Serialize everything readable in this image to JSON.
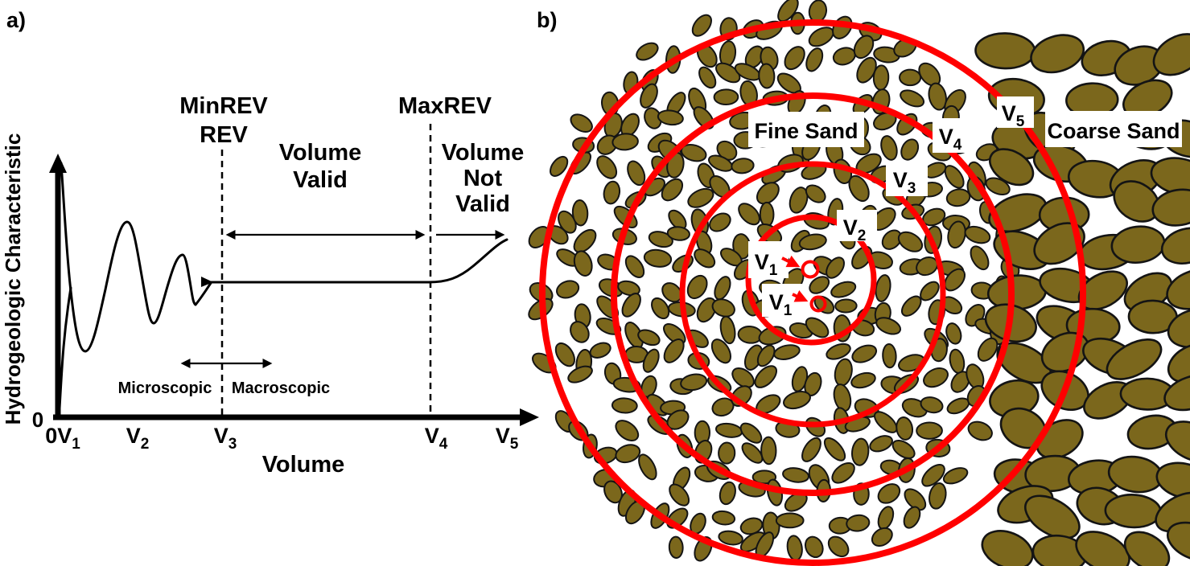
{
  "colors": {
    "red": "#ff0000",
    "grain": "#7b671c",
    "grain_outline": "#141414",
    "text": "#000000",
    "label_box": "#ffffff"
  },
  "panel_a": {
    "label": "a)",
    "y_axis_label": "Hydrogeologic Characteristic",
    "x_axis_title": "Volume",
    "y_zero": "0",
    "min_rev_line1": "MinREV",
    "min_rev_line2": "REV",
    "max_rev": "MaxREV",
    "volume_valid": {
      "line1": "Volume",
      "line2": "Valid"
    },
    "volume_not_valid": {
      "line1": "Volume",
      "line2": "Not",
      "line3": "Valid"
    },
    "microscopic": "Microscopic",
    "macroscopic": "Macroscopic",
    "x_ticks": [
      {
        "main": "0V",
        "sub": "1"
      },
      {
        "main": "V",
        "sub": "2"
      },
      {
        "main": "V",
        "sub": "3"
      },
      {
        "main": "V",
        "sub": "4"
      },
      {
        "main": "V",
        "sub": "5"
      }
    ]
  },
  "panel_b": {
    "label": "b)",
    "fine_sand": "Fine Sand",
    "coarse_sand": "Coarse Sand",
    "volume_labels": [
      {
        "main": "V",
        "sub": "1"
      },
      {
        "main": "V",
        "sub": "1"
      },
      {
        "main": "V",
        "sub": "2"
      },
      {
        "main": "V",
        "sub": "3"
      },
      {
        "main": "V",
        "sub": "4"
      },
      {
        "main": "V",
        "sub": "5"
      }
    ]
  }
}
